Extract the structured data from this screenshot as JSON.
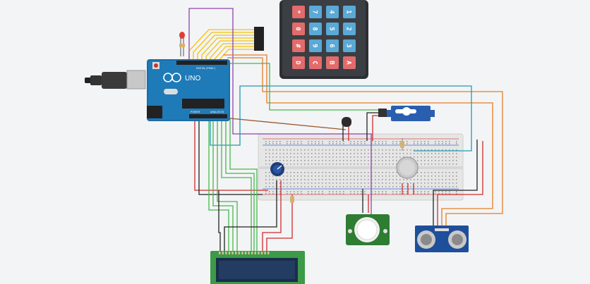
{
  "board": {
    "logo": "UNO",
    "pin_label_digital": "DIGITAL (PWM~)",
    "pin_label_power": "POWER",
    "pin_label_analog": "ANALOG IN"
  },
  "keypad": {
    "rows": [
      [
        "*",
        "7",
        "4",
        "1"
      ],
      [
        "0",
        "8",
        "5",
        "2"
      ],
      [
        "#",
        "9",
        "6",
        "3"
      ],
      [
        "D",
        "C",
        "B",
        "A"
      ]
    ]
  },
  "colors": {
    "wire_yellow": "#f2c20f",
    "wire_purple": "#8e44ad",
    "wire_orange": "#e67e22",
    "wire_teal": "#1f9bb5",
    "wire_green": "#45b84a",
    "wire_red": "#d12b2b",
    "wire_black": "#222222",
    "wire_brown": "#9a5a2e",
    "arduino_blue": "#1b6da8",
    "keypad_red": "#e26b6b",
    "keypad_blue": "#5aa9d6"
  }
}
